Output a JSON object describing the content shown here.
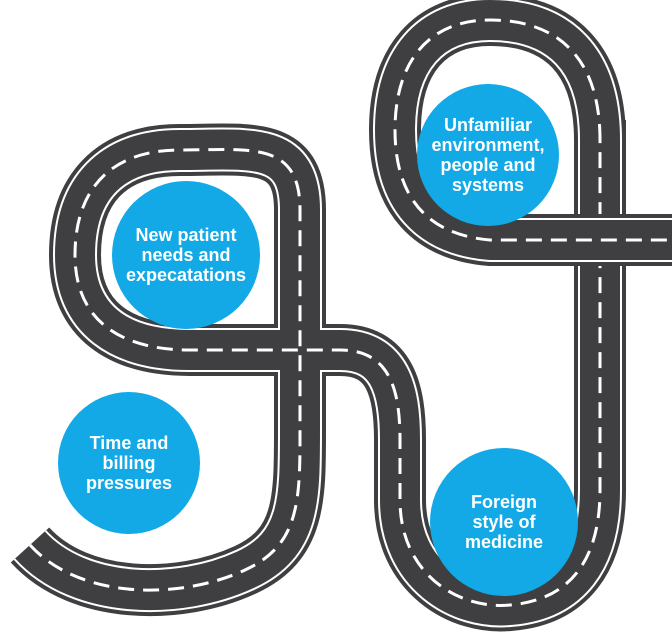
{
  "colors": {
    "road": "#3f3f41",
    "road_edge": "#ffffff",
    "lane_marking": "#ffffff",
    "circle": "#12a9e6",
    "circle_text": "#ffffff"
  },
  "road": {
    "segments": 2,
    "lane_marking_style": "dashed"
  },
  "milestones": [
    {
      "id": "unfamiliar",
      "label": "Unfamiliar\nenvironment,\npeople and\nsystems"
    },
    {
      "id": "newpatient",
      "label": "New patient\nneeds and\nexpecatations"
    },
    {
      "id": "time",
      "label": "Time and\nbilling\npressures"
    },
    {
      "id": "foreign",
      "label": "Foreign\nstyle of\nmedicine"
    }
  ]
}
